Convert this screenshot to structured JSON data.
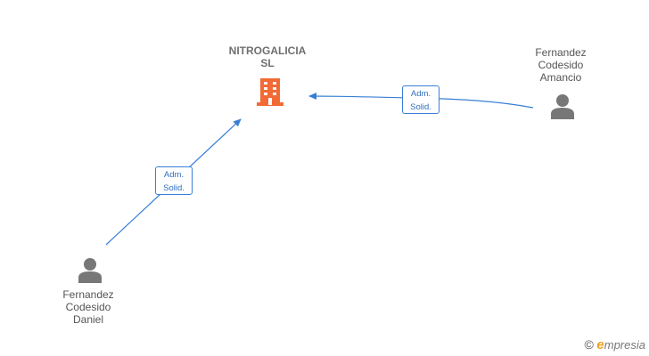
{
  "company": {
    "name_line1": "NITROGALICIA",
    "name_line2": "SL",
    "icon": "building-icon",
    "icon_color": "#f26a35"
  },
  "persons": [
    {
      "id": "amancio",
      "lines": [
        "Fernandez",
        "Codesido",
        "Amancio"
      ],
      "icon": "person-icon"
    },
    {
      "id": "daniel",
      "lines": [
        "Fernandez",
        "Codesido",
        "Daniel"
      ],
      "icon": "person-icon"
    }
  ],
  "relations": [
    {
      "from": "amancio",
      "to": "company",
      "label_line1": "Adm.",
      "label_line2": "Solid."
    },
    {
      "from": "daniel",
      "to": "company",
      "label_line1": "Adm.",
      "label_line2": "Solid."
    }
  ],
  "colors": {
    "edge": "#3a7fd5",
    "person_icon": "#777777",
    "company_icon": "#f26a35"
  },
  "watermark": {
    "copyright": "©",
    "brand_initial": "e",
    "brand_rest": "mpresia"
  }
}
